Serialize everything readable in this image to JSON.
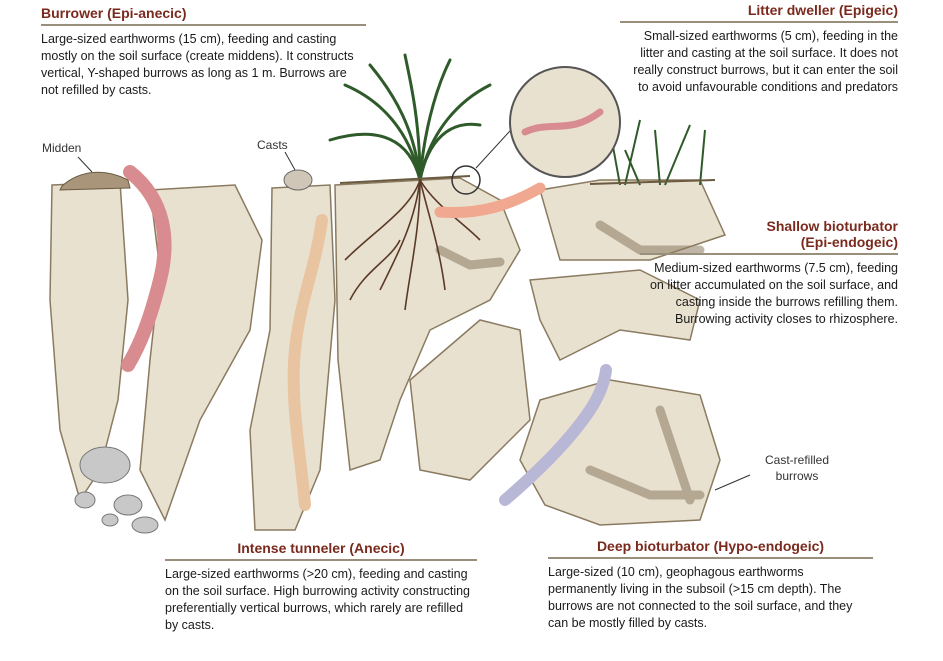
{
  "colors": {
    "heading": "#7a2a1d",
    "rule": "#9a8f7d",
    "soil": "#e9e1d0",
    "soil_edge": "#8a7a60",
    "pink_worm": "#d98c8f",
    "tan_worm": "#e8c4a0",
    "salmon_worm": "#f0a890",
    "blue_worm": "#b9b7d6",
    "grass": "#2f5a2a",
    "roots": "#5a3a26"
  },
  "sections": {
    "burrower": {
      "title": "Burrower (Epi-anecic)",
      "body": "Large-sized earthworms (15 cm), feeding and casting mostly on the soil surface (create middens). It constructs vertical, Y-shaped burrows as long as 1 m. Burrows are not refilled by casts."
    },
    "litter": {
      "title": "Litter dweller (Epigeic)",
      "body": "Small-sized earthworms (5 cm), feeding in the litter and casting at the soil surface. It does not really construct burrows, but it can  enter the soil to avoid unfavourable conditions and predators"
    },
    "shallow": {
      "title": "Shallow bioturbator",
      "title2": "(Epi-endogeic)",
      "body": "Medium-sized earthworms (7.5 cm), feeding on litter accumulated on the soil surface, and casting inside the burrows refilling them. Burrowing activity closes to rhizosphere."
    },
    "tunneler": {
      "title": "Intense tunneler (Anecic)",
      "body": "Large-sized earthworms (>20 cm), feeding and casting on the soil surface. High burrowing activity constructing preferentially vertical burrows, which rarely are refilled by casts."
    },
    "deep": {
      "title": "Deep bioturbator (Hypo-endogeic)",
      "body": "Large-sized (10 cm), geophagous earthworms permanently living in the subsoil (>15 cm depth). The burrows are not connected to the soil surface, and they can be mostly filled by casts."
    }
  },
  "labels": {
    "midden": "Midden",
    "casts": "Casts",
    "cast_refilled": "Cast-refilled burrows"
  }
}
